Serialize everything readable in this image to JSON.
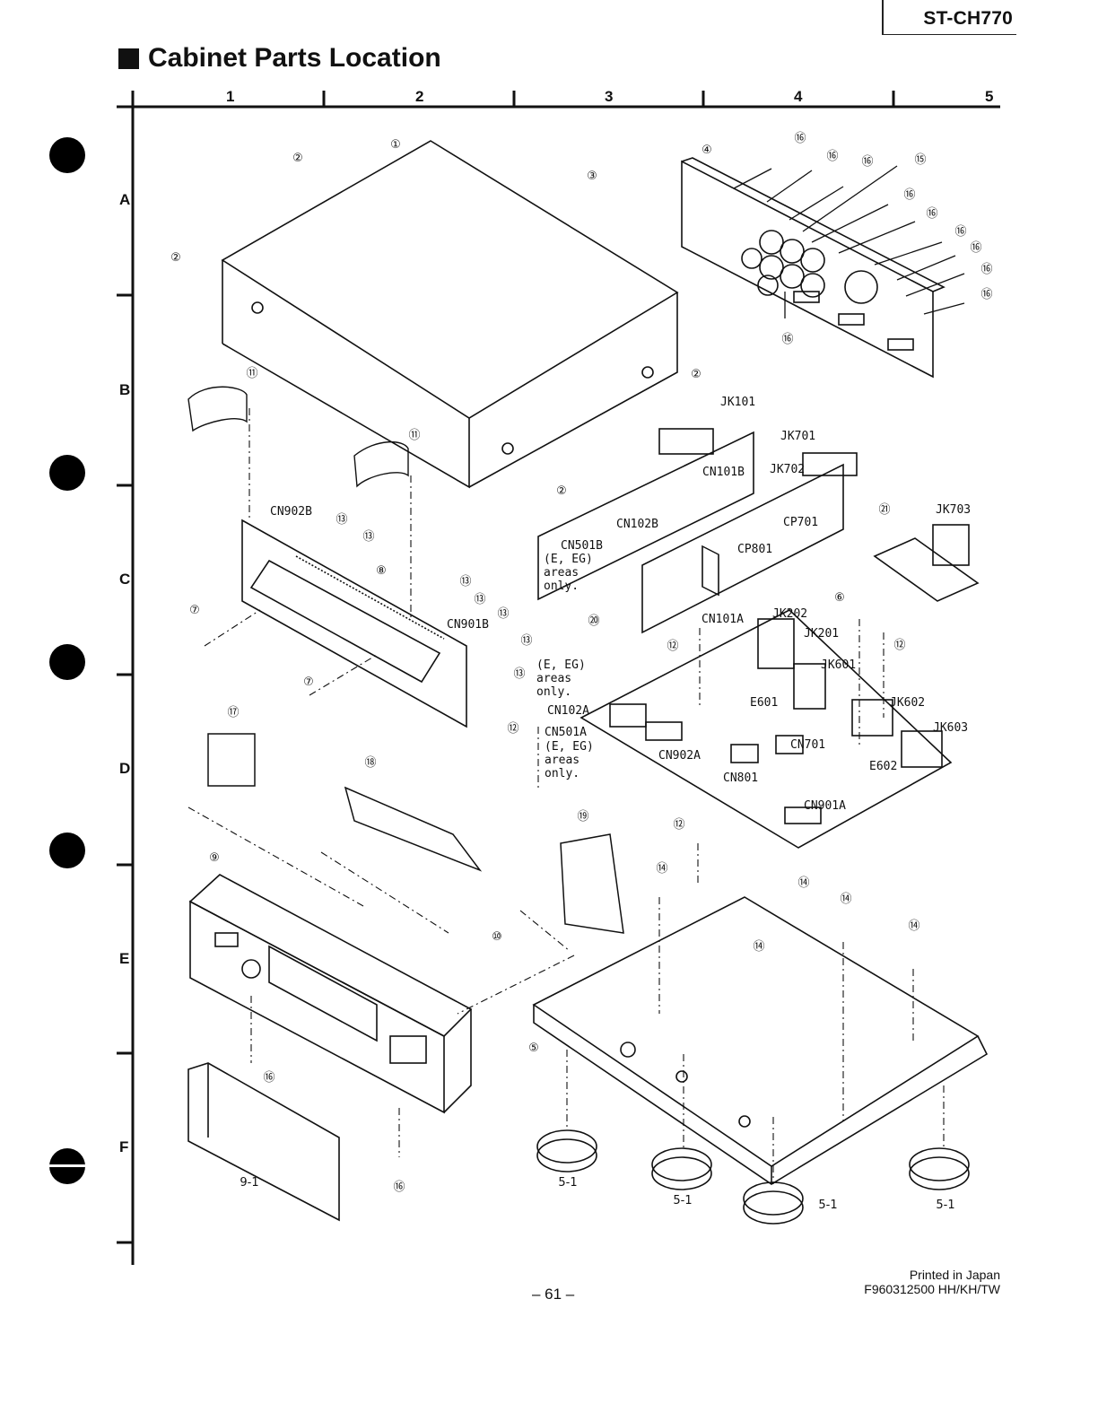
{
  "header": {
    "model": "ST-CH770",
    "title": "Cabinet Parts Location"
  },
  "grid": {
    "columns": [
      "1",
      "2",
      "3",
      "4",
      "5"
    ],
    "rows": [
      "A",
      "B",
      "C",
      "D",
      "E",
      "F"
    ]
  },
  "callouts": [
    "①",
    "②",
    "③",
    "④",
    "⑤",
    "⑥",
    "⑦",
    "⑧",
    "⑨",
    "⑩",
    "⑪",
    "⑫",
    "⑬",
    "⑭",
    "⑮",
    "⑯",
    "⑰",
    "⑱",
    "⑲",
    "⑳",
    "㉑",
    "9-1",
    "5-1"
  ],
  "labels": {
    "jk101": "JK101",
    "jk701": "JK701",
    "jk702": "JK702",
    "jk703": "JK703",
    "cn101b": "CN101B",
    "cn102b": "CN102B",
    "cn501b": "CN501B",
    "cp701": "CP701",
    "cp801": "CP801",
    "cn902b": "CN902B",
    "cn901b": "CN901B",
    "cn101a": "CN101A",
    "jk202": "JK202",
    "jk201": "JK201",
    "jk601": "JK601",
    "e601": "E601",
    "jk602": "JK602",
    "jk603": "JK603",
    "e602": "E602",
    "cn102a": "CN102A",
    "cn501a": "CN501A",
    "cn902a": "CN902A",
    "cn801": "CN801",
    "cn701": "CN701",
    "cn901a": "CN901A",
    "areas_note_1": "(E, EG)",
    "areas_note_2": "areas",
    "areas_note_3": "only."
  },
  "footer": {
    "page": "– 61 –",
    "printed": "Printed in Japan",
    "code": "F960312500 HH/KH/TW"
  }
}
